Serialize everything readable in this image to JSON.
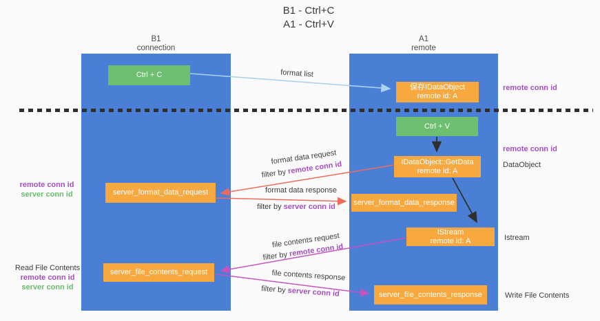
{
  "title": {
    "line1": "B1 - Ctrl+C",
    "line2": "A1 - Ctrl+V"
  },
  "columns": {
    "left": {
      "name": "B1",
      "subtitle": "connection"
    },
    "right": {
      "name": "A1",
      "subtitle": "remote"
    }
  },
  "nodes": {
    "ctrl_c": "Ctrl + C",
    "save_idataobject": {
      "line1": "保存IDataObject",
      "line2": "remote id: A"
    },
    "ctrl_v": "Ctrl + V",
    "getdata": {
      "line1": "IDataObject::GetData",
      "line2": "remote id: A"
    },
    "format_request": "server_format_data_request",
    "format_response": "server_format_data_response",
    "istream": {
      "line1": "IStream",
      "line2": "remote id: A"
    },
    "file_request": "server_file_contents_request",
    "file_response": "server_file_contents_response"
  },
  "edge_labels": {
    "format_list": "format list",
    "format_data_request": "format data request",
    "format_data_response": "format data response",
    "file_contents_request": "file contents request",
    "file_contents_response": "file contents response",
    "filter_by": "filter by ",
    "remote_conn_id": "remote conn id",
    "server_conn_id": "server conn id"
  },
  "side_labels": {
    "right_remote_conn_id_1": "remote conn id",
    "right_remote_conn_id_2": "remote conn id",
    "dataobject": "DataObject",
    "istream": "Istream",
    "write_file_contents": "Write File Contents",
    "left_remote_conn_id_1": "remote conn id",
    "left_server_conn_id_1": "server conn id",
    "read_file_contents": "Read File Contents",
    "left_remote_conn_id_2": "remote conn id",
    "left_server_conn_id_2": "server conn id"
  },
  "colors": {
    "background": "#fafafa",
    "column_blue": "#4a7fd5",
    "box_orange": "#f7a940",
    "box_green": "#6dbe6f",
    "arrow_light_blue": "#a9d3ef",
    "arrow_black": "#2f2f2f",
    "arrow_red": "#ee6c5e",
    "arrow_magenta": "#c653c0",
    "text_purple": "#a44fc0",
    "text_green": "#69bb6d",
    "dash_black": "#2e2e2e"
  }
}
